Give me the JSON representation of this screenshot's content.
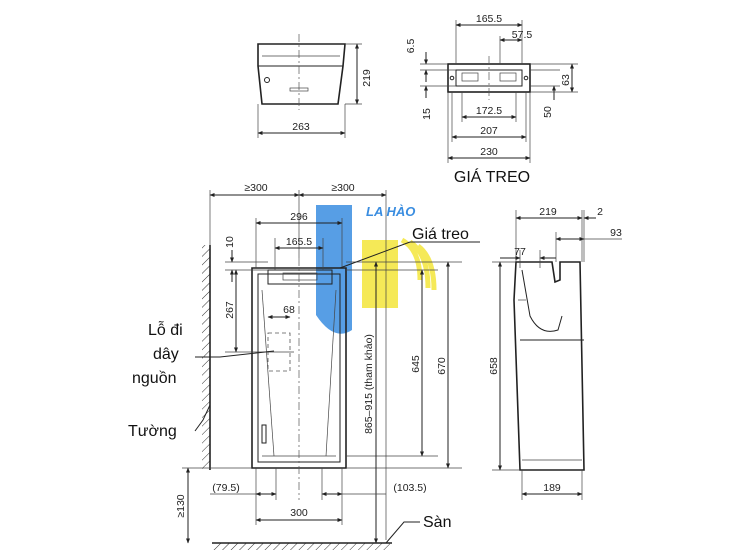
{
  "top_view": {
    "dim_width": "263",
    "dim_height": "219"
  },
  "bracket": {
    "title": "GIÁ TREO",
    "dim_165_5": "165.5",
    "dim_57_5": "57.5",
    "dim_6_5": "6.5",
    "dim_172_5": "172.5",
    "dim_207": "207",
    "dim_230": "230",
    "dim_15": "15",
    "dim_63": "63",
    "dim_50": "50"
  },
  "front_view": {
    "dim_left_clear": "≥300",
    "dim_right_clear": "≥300",
    "dim_296": "296",
    "dim_10": "10",
    "dim_165_5": "165.5",
    "dim_267": "267",
    "dim_68": "68",
    "dim_645": "645",
    "dim_670": "670",
    "dim_range": "865–915 (tham khảo)",
    "dim_floor": "≥130",
    "dim_79_5": "(79.5)",
    "dim_103_5": "(103.5)",
    "dim_300": "300",
    "label_bracket": "Giá treo",
    "label_hole": [
      "Lỗ đi",
      "dây",
      "nguồn"
    ],
    "label_wall": "Tường",
    "label_floor": "Sàn"
  },
  "side_view": {
    "dim_219": "219",
    "dim_2": "2",
    "dim_93": "93",
    "dim_77": "77",
    "dim_658": "658",
    "dim_189": "189"
  },
  "watermark": {
    "text": "LA HÀO",
    "color_blue": "#3a8de0",
    "color_yellow": "#f3e53a"
  }
}
